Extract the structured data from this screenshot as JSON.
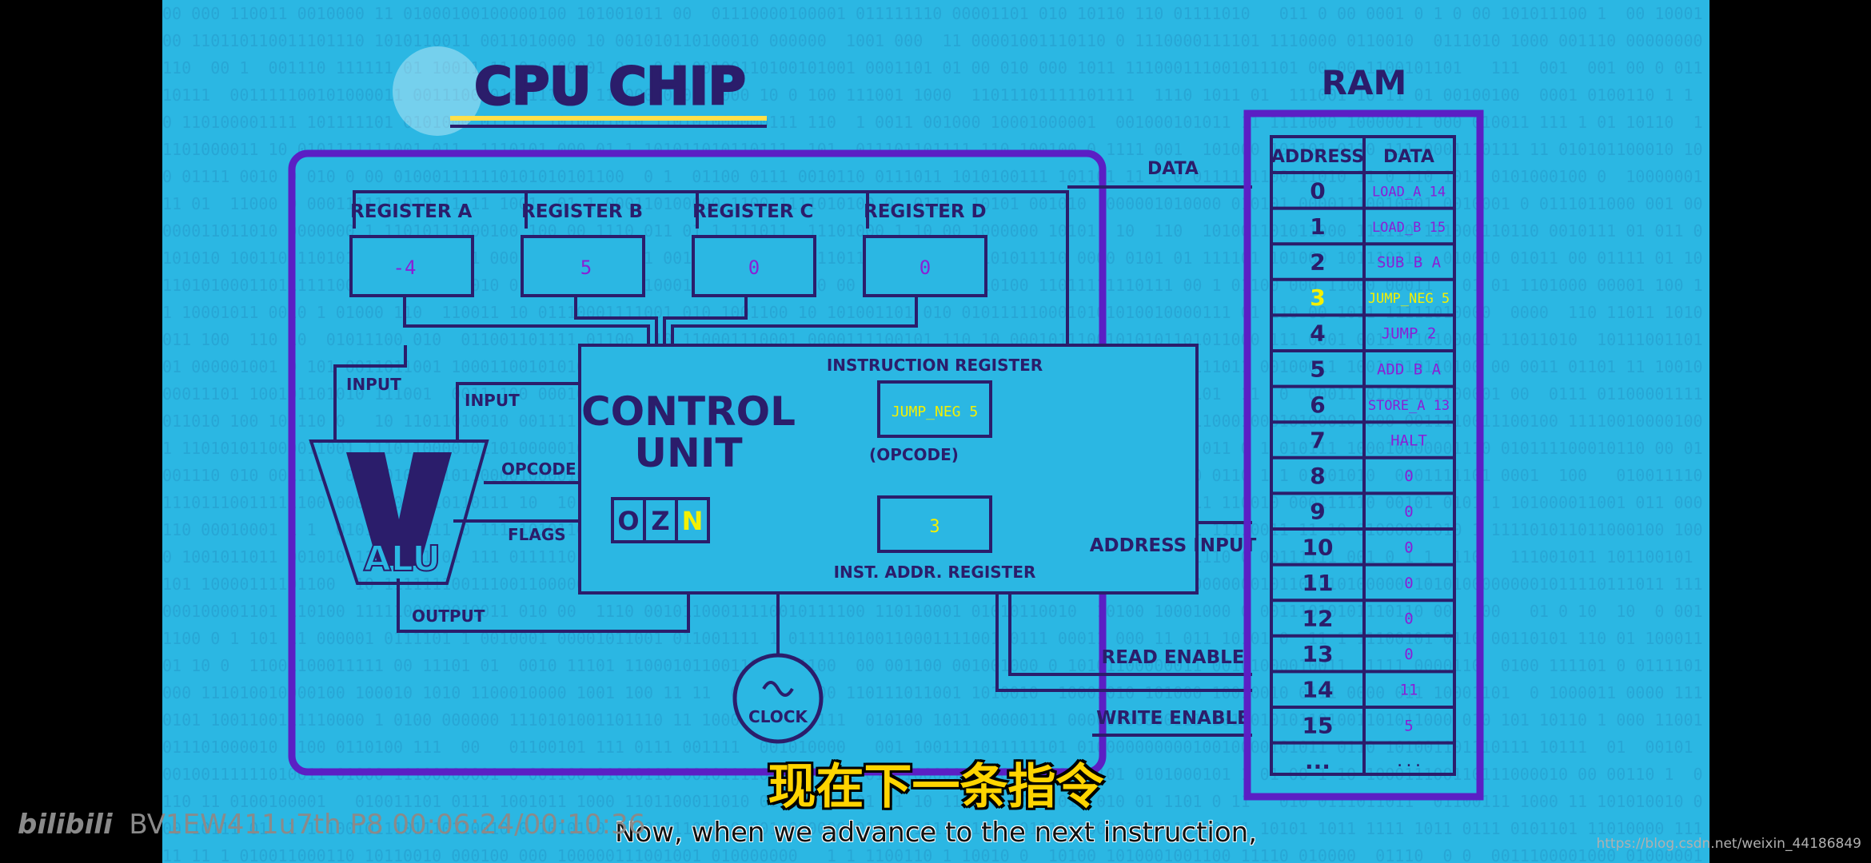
{
  "title": "CPU CHIP",
  "ram": {
    "title": "RAM",
    "headers": [
      "ADDRESS",
      "DATA"
    ],
    "rows": [
      {
        "address": "0",
        "data": "LOAD_A 14"
      },
      {
        "address": "1",
        "data": "LOAD_B 15"
      },
      {
        "address": "2",
        "data": "SUB B A"
      },
      {
        "address": "3",
        "data": "JUMP_NEG 5"
      },
      {
        "address": "4",
        "data": "JUMP 2"
      },
      {
        "address": "5",
        "data": "ADD B A"
      },
      {
        "address": "6",
        "data": "STORE_A 13"
      },
      {
        "address": "7",
        "data": "HALT"
      },
      {
        "address": "8",
        "data": "0"
      },
      {
        "address": "9",
        "data": "0"
      },
      {
        "address": "10",
        "data": "0"
      },
      {
        "address": "11",
        "data": "0"
      },
      {
        "address": "12",
        "data": "0"
      },
      {
        "address": "13",
        "data": "0"
      },
      {
        "address": "14",
        "data": "11"
      },
      {
        "address": "15",
        "data": "5"
      },
      {
        "address": "...",
        "data": "..."
      }
    ],
    "highlight_index": 3
  },
  "registers": [
    {
      "label": "REGISTER A",
      "value": "-4"
    },
    {
      "label": "REGISTER B",
      "value": "5"
    },
    {
      "label": "REGISTER C",
      "value": "0"
    },
    {
      "label": "REGISTER D",
      "value": "0"
    }
  ],
  "control_unit": {
    "label_line1": "CONTROL",
    "label_line2": "UNIT",
    "instruction_register_label": "INSTRUCTION REGISTER",
    "instruction_register_value": "JUMP_NEG 5",
    "opcode_label": "(OPCODE)",
    "inst_addr_register_label": "INST. ADDR. REGISTER",
    "inst_addr_register_value": "3",
    "flags": [
      "O",
      "Z",
      "N"
    ],
    "active_flag": "N"
  },
  "alu": {
    "label": "ALU",
    "input1": "INPUT",
    "input2": "INPUT",
    "opcode": "OPCODE",
    "flags": "FLAGS",
    "output": "OUTPUT"
  },
  "clock_label": "CLOCK",
  "bus_labels": {
    "data": "DATA",
    "address_input": "ADDRESS INPUT",
    "read_enable": "READ ENABLE",
    "write_enable": "WRITE ENABLE"
  },
  "subtitle_zh": "现在下一条指令",
  "subtitle_en": "Now, when we advance to the next instruction,",
  "watermark": {
    "logo": "bilibili",
    "video_id": "BV1EW411u7th",
    "part": "P8",
    "time": "00:06:24/00:10:36"
  },
  "credit": "https://blog.csdn.net/weixin_44186849",
  "colors": {
    "background": "#2bb7e3",
    "ink": "#2b1d6b",
    "chip_border": "#5b1fc4",
    "title_fill": "#ffe04a",
    "highlight": "#f5f000",
    "value_text": "#8a1fd6"
  }
}
